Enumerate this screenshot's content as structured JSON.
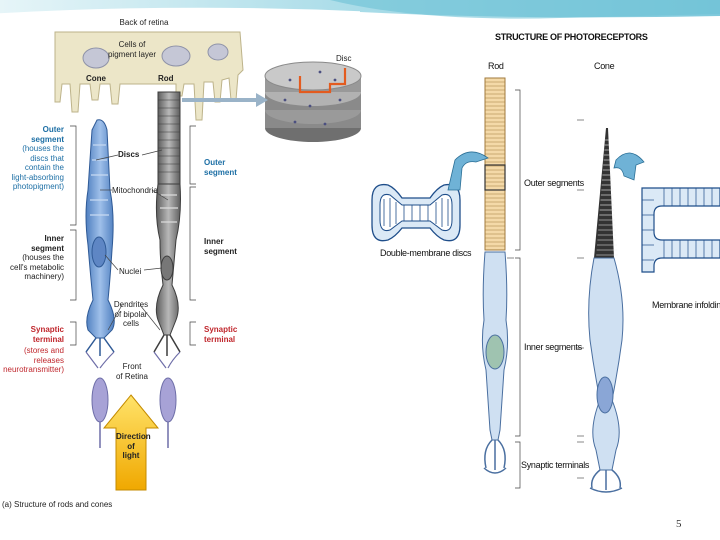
{
  "slide": {
    "page_number": "5"
  },
  "left_figure": {
    "back_of_retina": "Back of retina",
    "cells_of_pigment_layer": "Cells of\npigment layer",
    "cone": "Cone",
    "rod": "Rod",
    "disc": "Disc",
    "outer_segment_left": "Outer\nsegment",
    "outer_segment_left_note": "(houses the\ndiscs that\ncontain the\nlight-absorbing\nphotopigment)",
    "discs": "Discs",
    "outer_segment_right": "Outer\nsegment",
    "mitochondria": "Mitochondria",
    "inner_segment_left": "Inner\nsegment",
    "inner_segment_left_note": "(houses the\ncell's metabolic\nmachinery)",
    "inner_segment_right": "Inner\nsegment",
    "nuclei": "Nuclei",
    "dendrites": "Dendrites\nof bipolar\ncells",
    "synaptic_terminal_left": "Synaptic\nterminal",
    "synaptic_terminal_left_note": "(stores and\nreleases\nneurotransmitter)",
    "synaptic_terminal_right": "Synaptic\nterminal",
    "front_of_retina": "Front\nof Retina",
    "direction_of_light": "Direction\nof\nlight",
    "caption": "(a)  Structure of rods and cones"
  },
  "right_figure": {
    "title": "STRUCTURE OF PHOTORECEPTORS",
    "rod": "Rod",
    "cone": "Cone",
    "outer_segments": "Outer segments",
    "inner_segments": "Inner segments",
    "synaptic_terminals": "Synaptic terminals",
    "double_membrane_discs": "Double-membrane discs",
    "membrane_infoldings": "Membrane infoldings"
  },
  "colors": {
    "header_teal": "#8fd3e0",
    "cone_blue": "#7fa6d8",
    "rod_gray": "#8c8c8c",
    "pigment_cream": "#ece6c8",
    "label_blue": "#1d6fa5",
    "label_red": "#c0272d",
    "arrow_yellow": "#f5c21b"
  }
}
